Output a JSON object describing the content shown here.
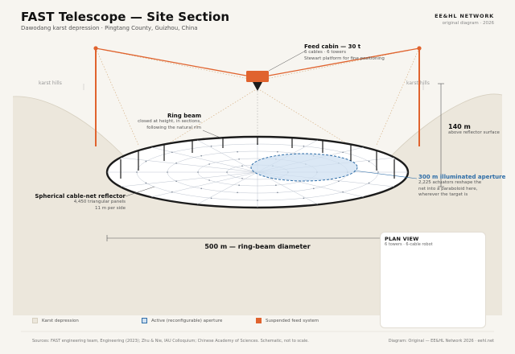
{
  "header": {
    "title": "FAST Telescope — Site Section",
    "subtitle": "Dawodang karst depression · Pingtang County, Guizhou, China",
    "brand": "EE&HL NETWORK",
    "brand_sub": "original diagram · 2026"
  },
  "labels": {
    "karst_hills_left": "karst hills",
    "karst_hills_right": "karst hills",
    "feed_cabin_title": "Feed cabin — 30 t",
    "feed_cabin_line1": "6 cables · 6 towers",
    "feed_cabin_line2": "Stewart platform for fine positioning",
    "ring_beam_title": "Ring beam",
    "ring_beam_line1": "closed at height, in sections,",
    "ring_beam_line2": "following the natural rim",
    "height_value": "140 m",
    "height_desc": "above reflector surface",
    "aperture_title": "300 m illuminated aperture",
    "aperture_line1": "2,225 actuators reshape the",
    "aperture_line2": "net into a paraboloid here,",
    "aperture_line3": "wherever the target is",
    "reflector_title": "Spherical cable-net reflector",
    "reflector_line1": "4,450 triangular panels",
    "reflector_line2": "11 m per side",
    "diameter": "500 m — ring-beam diameter"
  },
  "plan_view": {
    "title": "PLAN VIEW",
    "subtitle": "6 towers · 6-cable robot"
  },
  "legend": [
    {
      "label": "Karst depression",
      "swatch": "#ece7dc"
    },
    {
      "label": "Active (reconfigurable) aperture",
      "swatch": "#cfe0f1"
    },
    {
      "label": "Suspended feed system",
      "swatch": "#e0632e"
    }
  ],
  "footer": {
    "sources": "Sources: FAST engineering team, Engineering (2023); Zhu & Nie, IAU Colloquium; Chinese Academy of Sciences. Schematic, not to scale.",
    "credit": "Diagram: Original — EE&HL Network 2026 · eehl.net"
  },
  "colors": {
    "orange": "#e0632e",
    "blue": "#2f6ea8",
    "terrain": "#ece7dc",
    "dark": "#1b1b1b"
  }
}
